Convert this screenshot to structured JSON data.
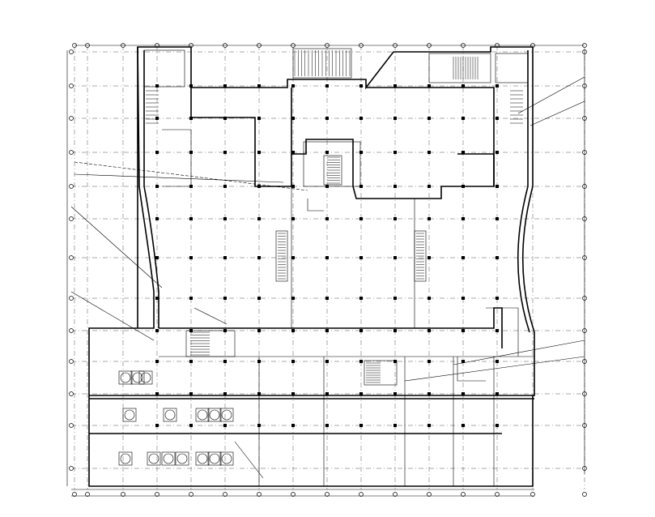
{
  "drawing": {
    "type": "architectural floor plan",
    "line_color": "#000000",
    "background": "#ffffff",
    "grid_color": "#555555"
  },
  "grid": {
    "vertical_count": 16,
    "horizontal_count": 13
  }
}
